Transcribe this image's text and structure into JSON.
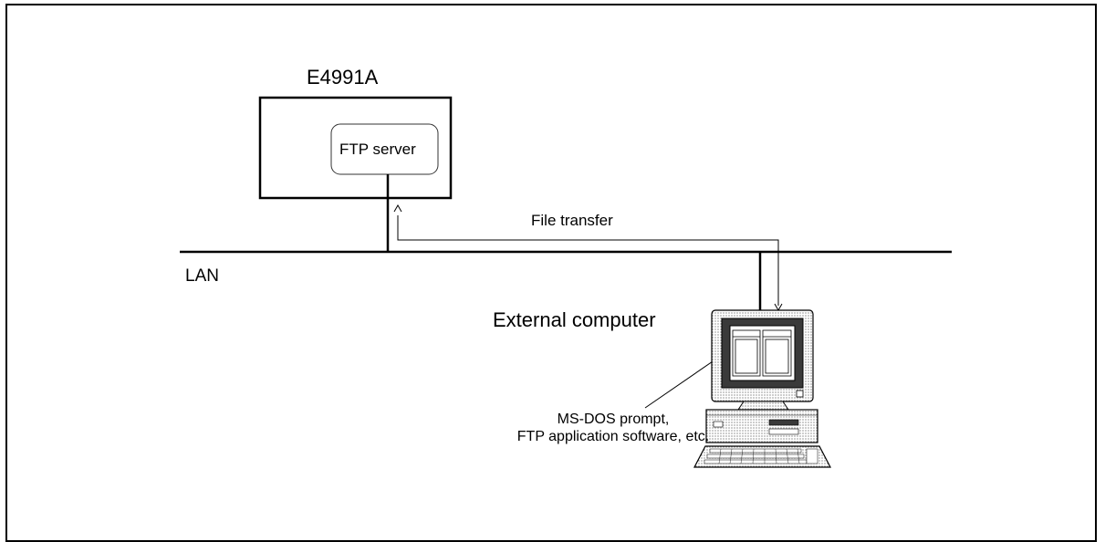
{
  "diagram": {
    "device_label": "E4991A",
    "server_label": "FTP server",
    "network_label": "LAN",
    "transfer_label": "File transfer",
    "computer_label": "External computer",
    "software_note_line1": "MS-DOS prompt,",
    "software_note_line2": "FTP application software, etc."
  },
  "colors": {
    "line": "#000000",
    "background": "#ffffff",
    "screen_dark": "#3a3a3a",
    "casing": "#e8e8e8"
  },
  "icons": {
    "computer": "desktop-computer-icon"
  }
}
